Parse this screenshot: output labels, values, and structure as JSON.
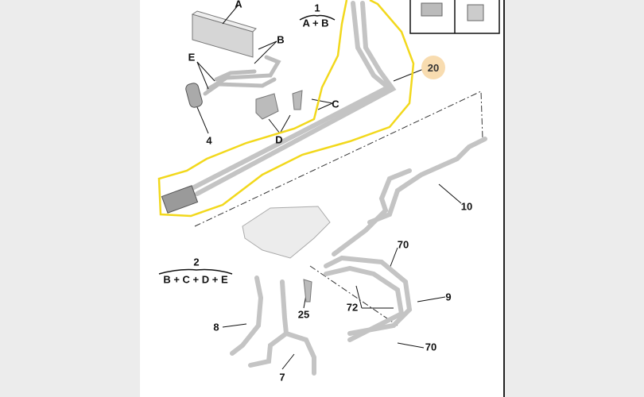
{
  "labels": {
    "A": "A",
    "B": "B",
    "C": "C",
    "D": "D",
    "E": "E",
    "group1_num": "1",
    "group1_parts": "A + B",
    "group2_num": "2",
    "group2_parts": "B + C + D + E",
    "p4": "4",
    "p7": "7",
    "p8": "8",
    "p9": "9",
    "p10": "10",
    "p20": "20",
    "p25": "25",
    "p70a": "70",
    "p70b": "70",
    "p72": "72"
  },
  "colors": {
    "highlight": "#f2d81c",
    "badge": "#f8dcb0",
    "pipe": "#c8c8c8"
  }
}
